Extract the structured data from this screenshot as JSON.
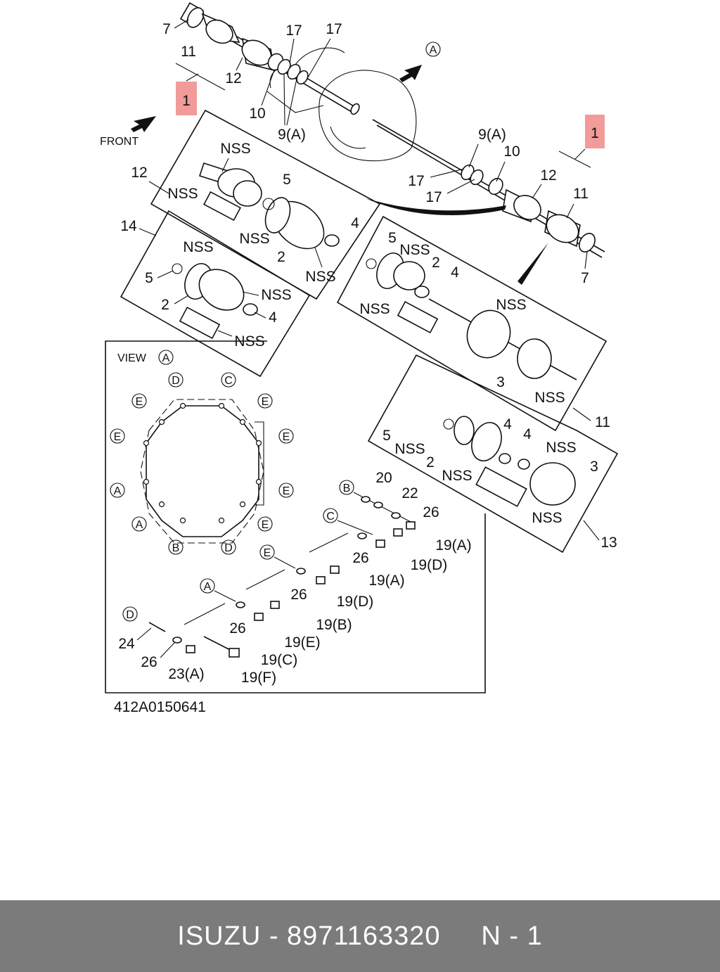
{
  "diagram": {
    "labels": {
      "front": "FRONT",
      "view_a": "VIEW",
      "view_a_letter": "A",
      "nss": "NSS",
      "drawing_number": "412A0150641",
      "arrow_a": "A",
      "callout_1": "1",
      "callout_2": "2",
      "callout_3": "3",
      "callout_4": "4",
      "callout_5": "5",
      "callout_7": "7",
      "callout_9a": "9(A)",
      "callout_10": "10",
      "callout_11": "11",
      "callout_12": "12",
      "callout_13": "13",
      "callout_14": "14",
      "callout_17": "17",
      "callout_19a": "19(A)",
      "callout_19b": "19(B)",
      "callout_19c": "19(C)",
      "callout_19d": "19(D)",
      "callout_19e": "19(E)",
      "callout_19f": "19(F)",
      "callout_20": "20",
      "callout_22": "22",
      "callout_23a": "23(A)",
      "callout_24": "24",
      "callout_26": "26",
      "letter_a": "A",
      "letter_b": "B",
      "letter_c": "C",
      "letter_d": "D",
      "letter_e": "E"
    },
    "highlight_color": "#f08a8a"
  },
  "footer": {
    "brand": "ISUZU",
    "separator": "-",
    "part_number": "8971163320",
    "page": "N - 1"
  }
}
